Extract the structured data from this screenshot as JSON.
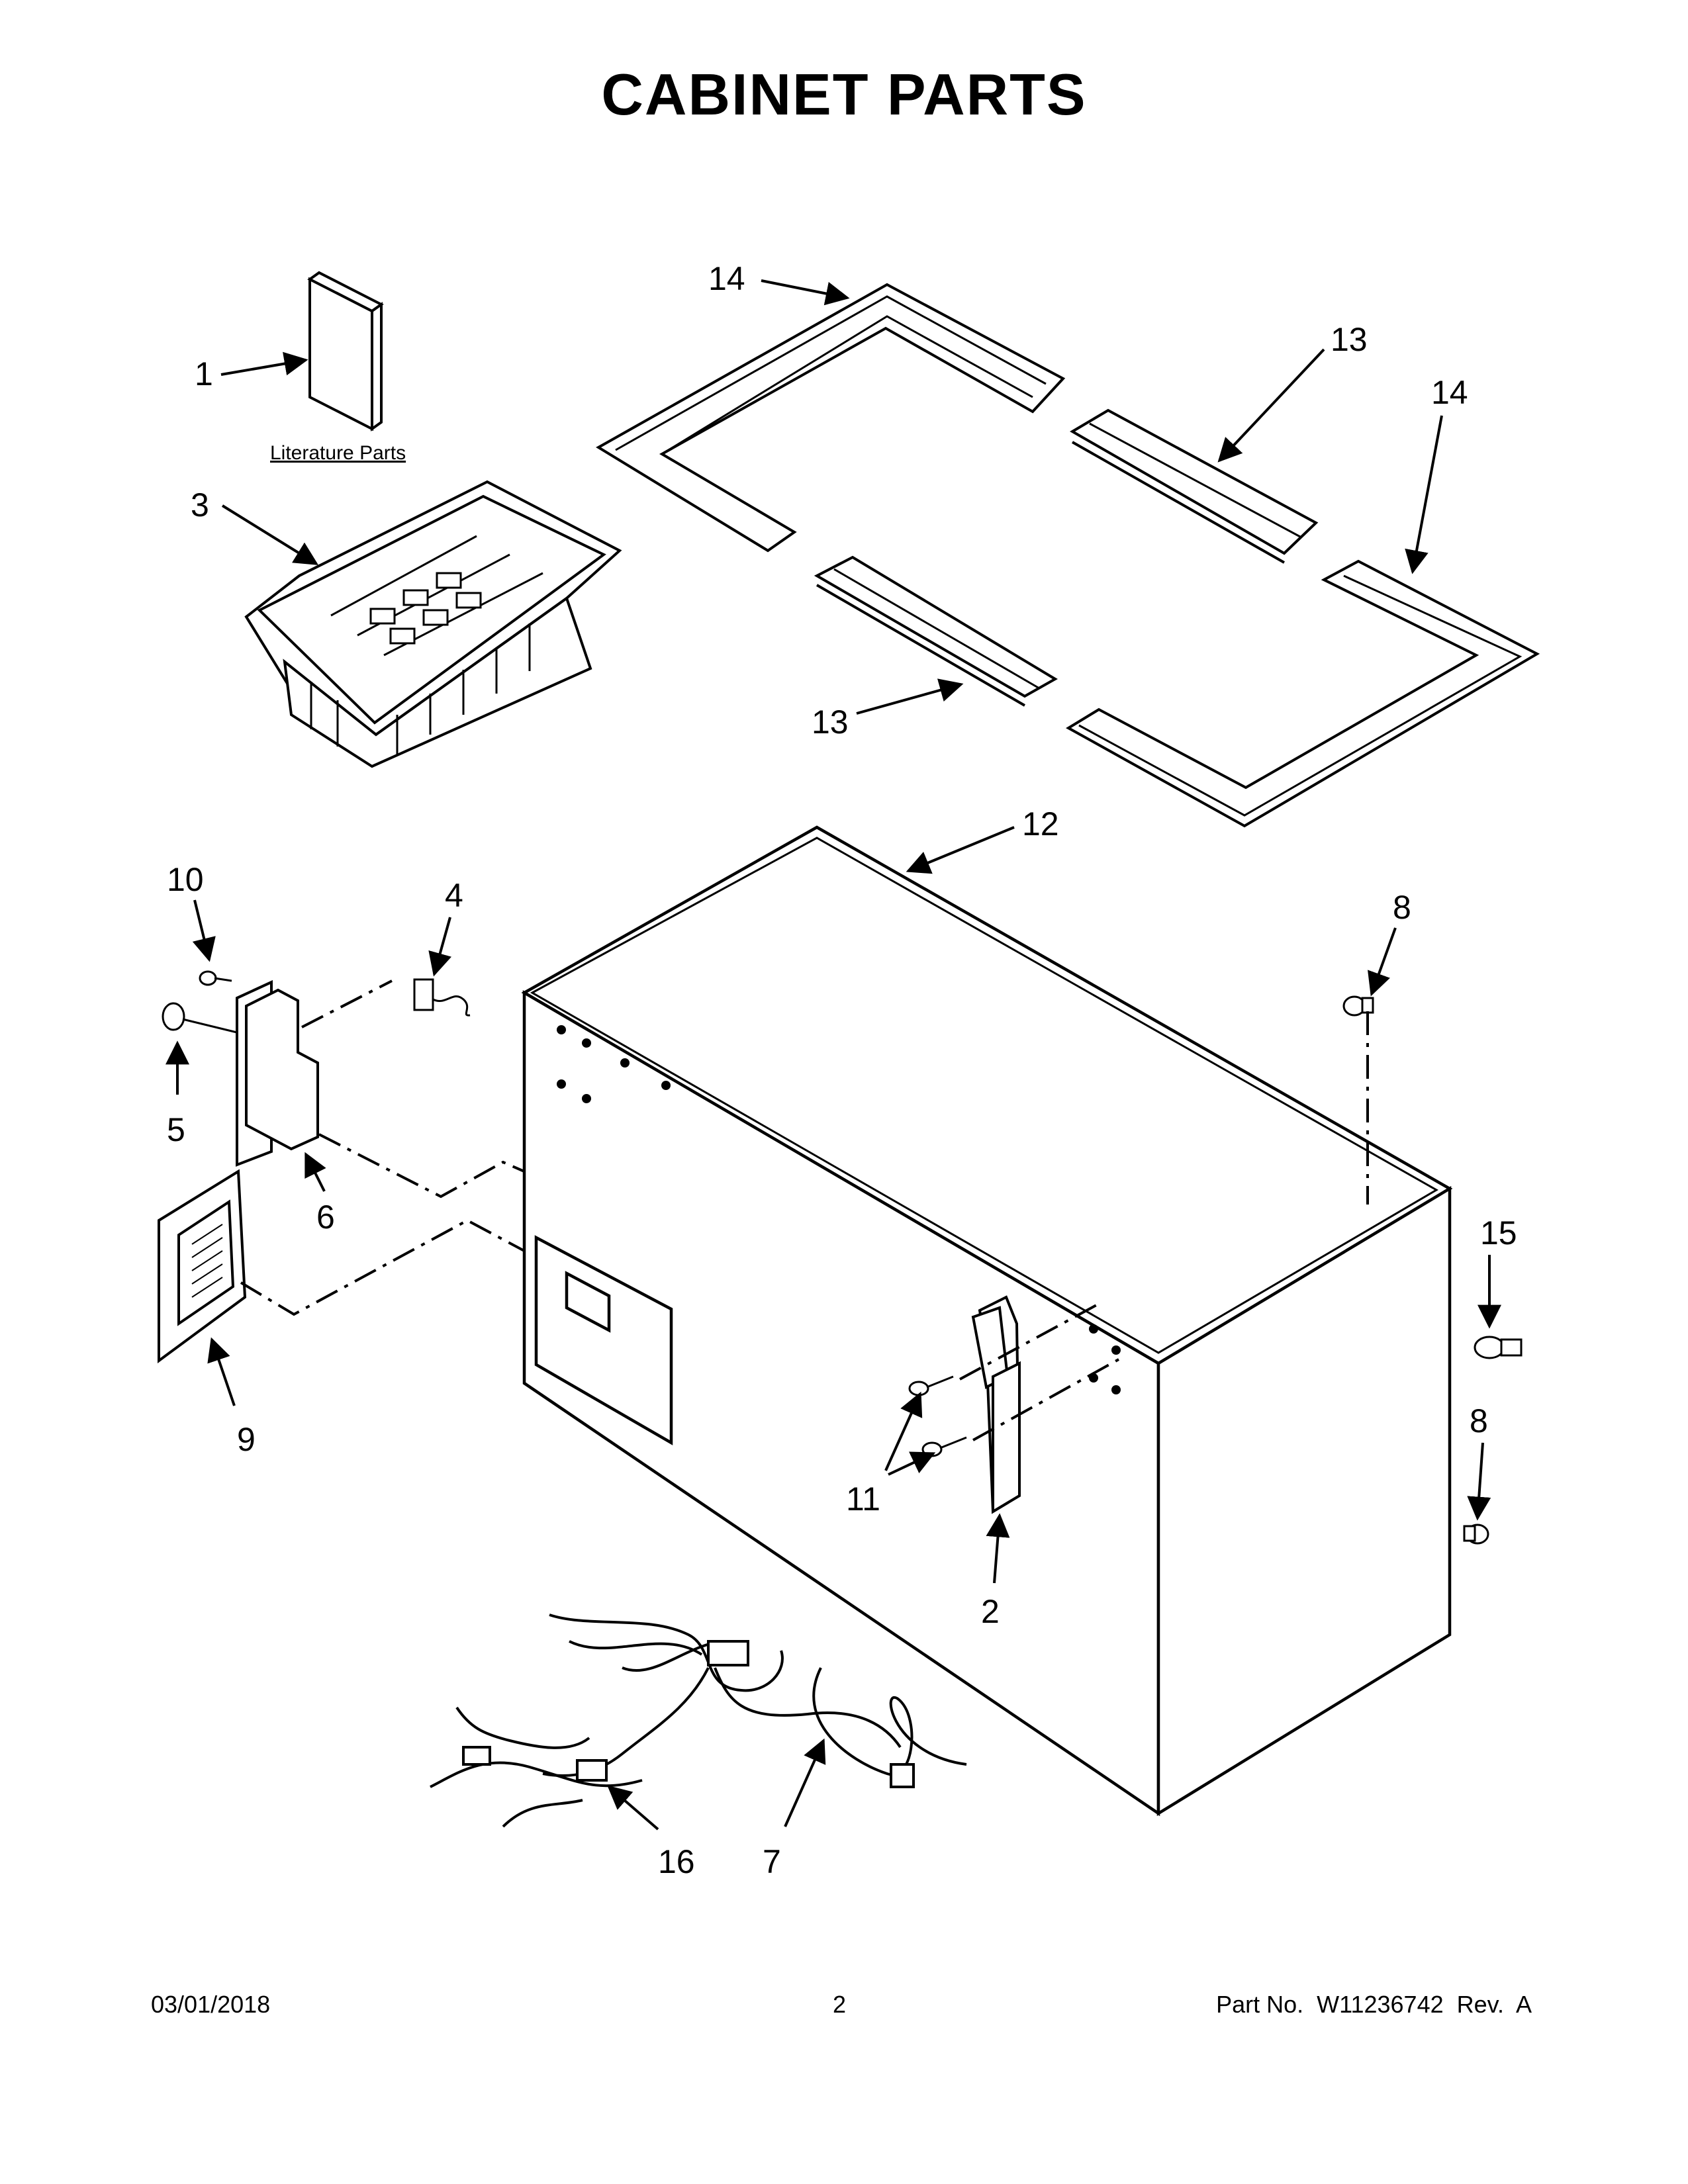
{
  "title": "CABINET PARTS",
  "literature_label": "Literature Parts",
  "callouts": {
    "c1": "1",
    "c2": "2",
    "c3": "3",
    "c4": "4",
    "c5": "5",
    "c6": "6",
    "c7": "7",
    "c8a": "8",
    "c8b": "8",
    "c9": "9",
    "c10": "10",
    "c11": "11",
    "c12": "12",
    "c13a": "13",
    "c13b": "13",
    "c14a": "14",
    "c14b": "14",
    "c15": "15",
    "c16": "16"
  },
  "footer": {
    "date": "03/01/2018",
    "page": "2",
    "part": "Part No.  W11236742  Rev.  A"
  }
}
